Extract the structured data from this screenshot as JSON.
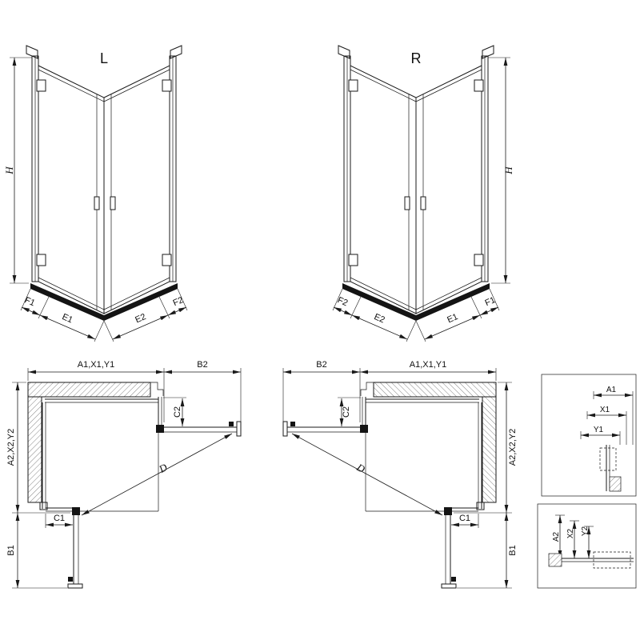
{
  "page": {
    "background": "#ffffff",
    "line_color": "#1a1a1a"
  },
  "diagram": {
    "perspective_left": {
      "label": "L",
      "height": "H",
      "dims": [
        "F1",
        "E1",
        "E2",
        "F2"
      ]
    },
    "perspective_right": {
      "label": "R",
      "height": "H",
      "dims": [
        "F2",
        "E2",
        "E1",
        "F1"
      ]
    },
    "plan_left": {
      "width": "A1,X1,Y1",
      "door_width": "B2",
      "fixed_side": "C2",
      "depth": "A2,X2,Y2",
      "fixed_bottom": "C1",
      "door_depth": "B1",
      "diagonal": "D"
    },
    "plan_right": {
      "width": "A1,X1,Y1",
      "door_width": "B2",
      "fixed_side": "C2",
      "depth": "A2,X2,Y2",
      "fixed_bottom": "C1",
      "door_depth": "B1",
      "diagonal": "D"
    },
    "detail_top": {
      "a1": "A1",
      "x1": "X1",
      "y1": "Y1"
    },
    "detail_bottom": {
      "a2": "A2",
      "x2": "X2",
      "y2": "Y2"
    }
  }
}
